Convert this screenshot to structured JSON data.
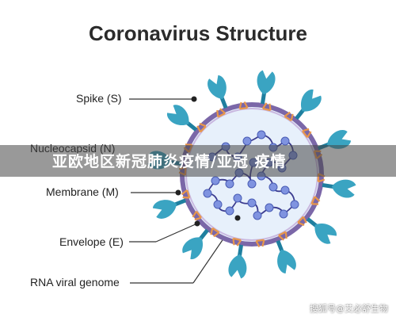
{
  "title": "Coronavirus Structure",
  "labels": {
    "spike": "Spike (S)",
    "nucleocapsid": "Nucleocapsid (N)",
    "membrane": "Membrane (M)",
    "envelope": "Envelope (E)",
    "rna": "RNA viral genome"
  },
  "banner": "亚欧地区新冠肺炎疫情/亚冠 疫情",
  "watermark": "搜狐号@艾必舒生物",
  "colors": {
    "spike": "#3aa4c2",
    "spike_dark": "#1f7f9f",
    "envelope_ring": "#7b67a8",
    "membrane_protein": "#e8964a",
    "virion_fill": "#e7f0fb",
    "rna": "#3b3b8f",
    "nucleocapsid": "#7f93e0"
  }
}
